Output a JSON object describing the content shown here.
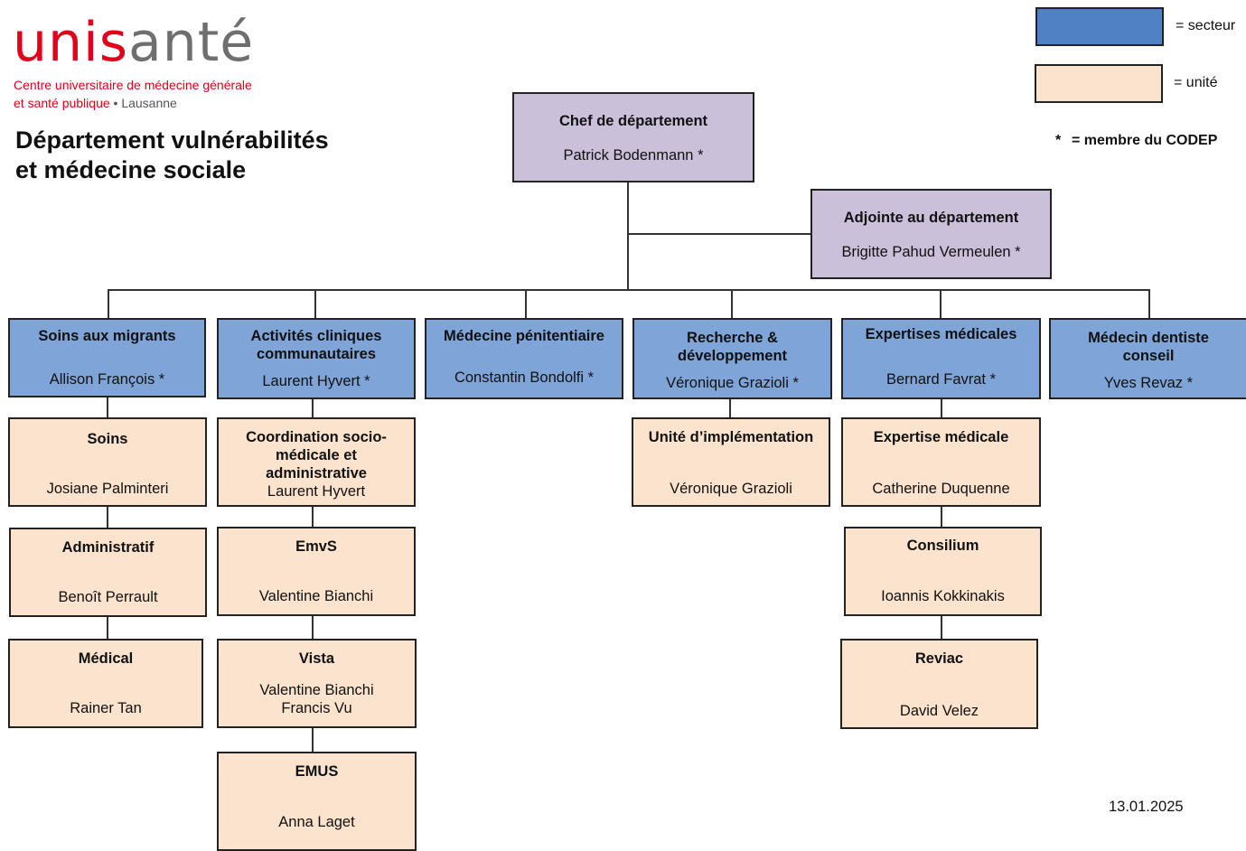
{
  "logo": {
    "part1": "unis",
    "part2": "anté"
  },
  "tagline": {
    "line1": "Centre universitaire de médecine générale",
    "line2_a": "et santé publique",
    "line2_dot": "•",
    "line2_b": "Lausanne"
  },
  "title": {
    "line1": "Département vulnérabilités",
    "line2": "et médecine sociale"
  },
  "legend": {
    "secteur": "= secteur",
    "unite": "= unité",
    "codep_star": "*",
    "codep": "= membre du CODEP",
    "colors": {
      "secteur": "#7ea4d8",
      "unite": "#fce3cd",
      "direction": "#cbc0da"
    }
  },
  "chef": {
    "title": "Chef de département",
    "name": "Patrick Bodenmann *"
  },
  "adjointe": {
    "title": "Adjointe au département",
    "name": "Brigitte Pahud Vermeulen *"
  },
  "secteurs": [
    {
      "title": "Soins aux migrants",
      "name": "Allison François *"
    },
    {
      "title": "Activités cliniques communautaires",
      "name": "Laurent Hyvert *"
    },
    {
      "title": "Médecine pénitentiaire",
      "name": "Constantin Bondolfi *"
    },
    {
      "title": "Recherche & développement",
      "name": "Véronique Grazioli *"
    },
    {
      "title": "Expertises médicales",
      "name": "Bernard Favrat *"
    },
    {
      "title": "Médecin dentiste conseil",
      "name": "Yves Revaz *"
    }
  ],
  "unites": {
    "migrants": [
      {
        "title": "Soins",
        "name": "Josiane Palminteri"
      },
      {
        "title": "Administratif",
        "name": "Benoît Perrault"
      },
      {
        "title": "Médical",
        "name": "Rainer Tan"
      }
    ],
    "communautaires": [
      {
        "title": "Coordination socio-médicale et administrative",
        "name": "Laurent Hyvert"
      },
      {
        "title": "EmvS",
        "name": "Valentine Bianchi"
      },
      {
        "title": "Vista",
        "name": "Valentine Bianchi Francis Vu"
      },
      {
        "title": "EMUS",
        "name": "Anna Laget"
      }
    ],
    "recherche": [
      {
        "title": "Unité d’implémentation",
        "name": "Véronique Grazioli"
      }
    ],
    "expertises": [
      {
        "title": "Expertise médicale",
        "name": "Catherine Duquenne"
      },
      {
        "title": "Consilium",
        "name": "Ioannis Kokkinakis"
      },
      {
        "title": "Reviac",
        "name": "David Velez"
      }
    ]
  },
  "date": "13.01.2025"
}
